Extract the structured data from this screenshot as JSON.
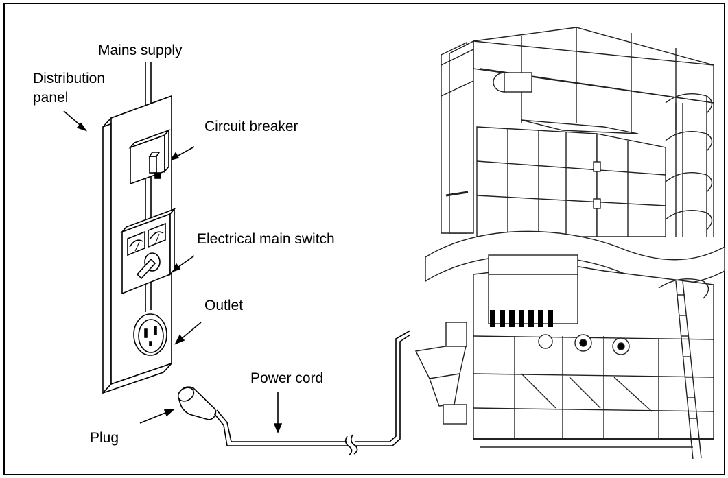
{
  "labels": {
    "mains_supply": "Mains supply",
    "distribution_panel_line1": "Distribution",
    "distribution_panel_line2": "panel",
    "circuit_breaker": "Circuit breaker",
    "electrical_main_switch": "Electrical main switch",
    "outlet": "Outlet",
    "power_cord": "Power cord",
    "plug": "Plug"
  }
}
